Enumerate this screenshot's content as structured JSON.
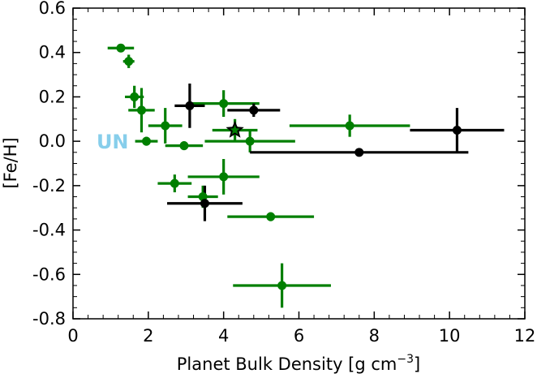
{
  "chart_data": {
    "type": "scatter",
    "xlabel": "Planet Bulk Density [g cm",
    "xlabel_sup": "−3",
    "xlabel_close": "]",
    "ylabel": "[Fe/H]",
    "xlim": [
      0,
      12
    ],
    "ylim": [
      -0.8,
      0.6
    ],
    "xticks": [
      0,
      2,
      4,
      6,
      8,
      10,
      12
    ],
    "xtick_labels": [
      "0",
      "2",
      "4",
      "6",
      "8",
      "10",
      "12"
    ],
    "yticks": [
      0.6,
      0.4,
      0.2,
      0.0,
      -0.2,
      -0.4,
      -0.6,
      -0.8
    ],
    "ytick_labels": [
      "0.6",
      "0.4",
      "0.2",
      "0.0",
      "-0.2",
      "-0.4",
      "-0.6",
      "-0.8"
    ],
    "grid": false,
    "colors": {
      "green": "#007f00",
      "black": "#000000",
      "label": "#87ceeb"
    },
    "series": [
      {
        "color": "green",
        "points": [
          {
            "x": 1.27,
            "y": 0.42,
            "xerr": 0.35,
            "yerr": 0.0
          },
          {
            "x": 1.48,
            "y": 0.36,
            "xerr": 0.15,
            "yerr": 0.03
          },
          {
            "x": 1.63,
            "y": 0.2,
            "xerr": 0.25,
            "yerr": 0.05
          },
          {
            "x": 1.82,
            "y": 0.14,
            "xerr": 0.35,
            "yerr": 0.1
          },
          {
            "x": 1.95,
            "y": 0.0,
            "xerr": 0.3,
            "yerr": 0.02
          },
          {
            "x": 2.45,
            "y": 0.07,
            "xerr": 0.45,
            "yerr": 0.08
          },
          {
            "x": 2.95,
            "y": -0.02,
            "xerr": 0.5,
            "yerr": 0.02
          },
          {
            "x": 2.7,
            "y": -0.19,
            "xerr": 0.45,
            "yerr": 0.04
          },
          {
            "x": 3.45,
            "y": -0.25,
            "xerr": 0.4,
            "yerr": 0.05
          },
          {
            "x": 4.0,
            "y": 0.17,
            "xerr": 0.95,
            "yerr": 0.06
          },
          {
            "x": 4.0,
            "y": -0.16,
            "xerr": 0.95,
            "yerr": 0.08
          },
          {
            "x": 4.3,
            "y": 0.05,
            "xerr": 0.6,
            "yerr": 0.05
          },
          {
            "x": 4.7,
            "y": 0.0,
            "xerr": 1.2,
            "yerr": 0.05
          },
          {
            "x": 5.25,
            "y": -0.34,
            "xerr": 1.15,
            "yerr": 0.02
          },
          {
            "x": 5.55,
            "y": -0.65,
            "xerr": 1.3,
            "yerr": 0.1
          },
          {
            "x": 7.35,
            "y": 0.07,
            "xerr": 1.6,
            "yerr": 0.05
          }
        ]
      },
      {
        "color": "black",
        "points": [
          {
            "x": 3.1,
            "y": 0.16,
            "xerr": 0.4,
            "yerr": 0.1
          },
          {
            "x": 3.5,
            "y": -0.28,
            "xerr": 1.0,
            "yerr": 0.08
          },
          {
            "x": 4.8,
            "y": 0.14,
            "xerr": 0.7,
            "yerr": 0.03
          },
          {
            "x": 7.6,
            "y": -0.05,
            "xerr": 2.9,
            "yerr": 0.0
          },
          {
            "x": 10.2,
            "y": 0.05,
            "xerr": 1.25,
            "yerr": 0.1
          }
        ]
      }
    ],
    "star": {
      "x": 4.3,
      "y": 0.05,
      "color": "black"
    },
    "annotations": [
      {
        "text": "UN",
        "x": 1.05,
        "y": 0.0,
        "color": "label"
      }
    ]
  }
}
